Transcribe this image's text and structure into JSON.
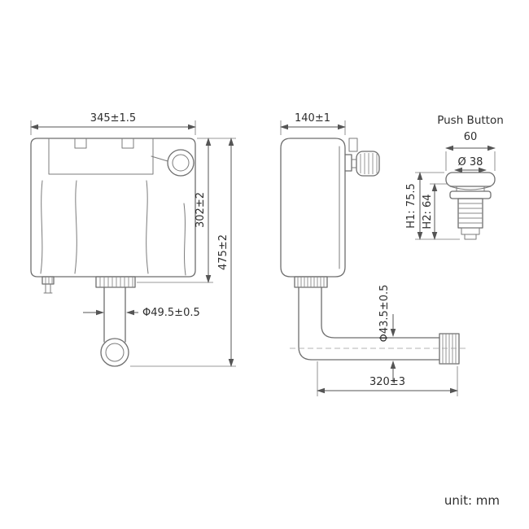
{
  "drawing": {
    "front_view": {
      "width": "345±1.5",
      "tank_height": "302±2",
      "total_height": "475±2",
      "outlet_diameter": "Φ49.5±0.5"
    },
    "side_view": {
      "depth": "140±1",
      "pipe_diameter": "Φ43.5±0.5",
      "pipe_length": "320±3"
    },
    "push_button": {
      "title": "Push Button",
      "width": "60",
      "diameter": "Ø 38",
      "h1": "H1: 75.5",
      "h2": "H2: 64"
    },
    "unit": "unit: mm"
  }
}
